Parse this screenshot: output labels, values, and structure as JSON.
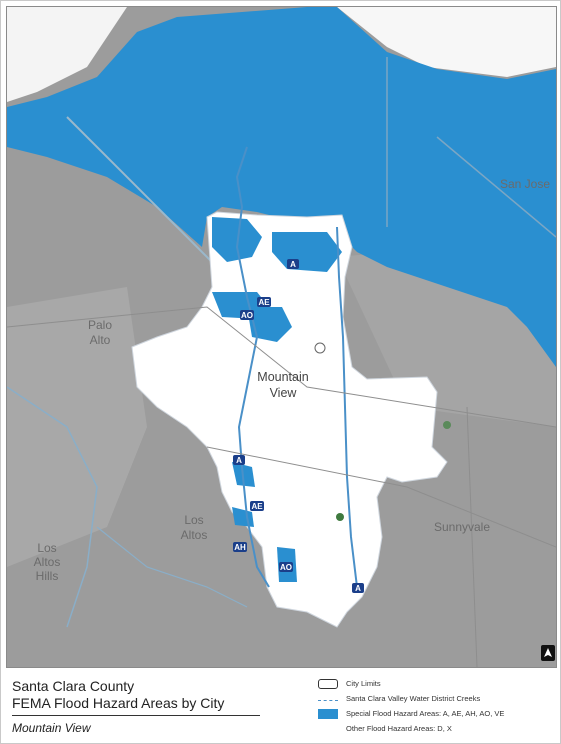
{
  "map": {
    "city_label_line1": "Mountain",
    "city_label_line2": "View",
    "place_labels": {
      "palo_alto_1": "Palo",
      "palo_alto_2": "Alto",
      "los_altos_1": "Los",
      "los_altos_2": "Altos",
      "los_altos_hills_1": "Los",
      "los_altos_hills_2": "Altos",
      "los_altos_hills_3": "Hills",
      "sunnyvale": "Sunnyvale",
      "san_jose": "San Jose"
    },
    "zone_badges": [
      "AE",
      "AO",
      "A",
      "A",
      "AE",
      "AH",
      "AO",
      "A"
    ],
    "colors": {
      "city": "#ffffff",
      "special_flood_hazard": "#2a8fd0",
      "other_area": "#9c9c9c",
      "creek": "#4a90c8"
    },
    "north_arrow_icon": "north-arrow-icon"
  },
  "footer": {
    "title_line1": "Santa Clara County",
    "title_line2": "FEMA Flood Hazard Areas by City",
    "subtitle": "Mountain View"
  },
  "legend": {
    "city_limits": "City Limits",
    "creeks": "Santa Clara Valley Water District Creeks",
    "special_flood": "Special Flood Hazard Areas: A, AE, AH, AO, VE",
    "other_flood": "Other Flood Hazard Areas: D, X"
  }
}
